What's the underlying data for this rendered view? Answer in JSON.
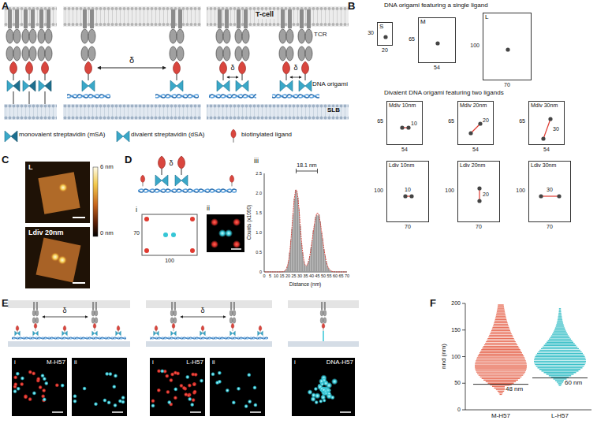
{
  "diagram": {
    "nodes": [
      {
        "text": [
          "S"
        ]
      },
      {
        "text": [
          "M"
        ]
      },
      {
        "text": [
          "L"
        ]
      },
      {
        "text": [
          "Mdiv 10nm",
          "10"
        ]
      },
      {
        "text": [
          "Mdiv 20nm",
          "20"
        ]
      },
      {
        "text": [
          "Mdiv 30nm",
          "30"
        ]
      },
      {
        "text": [
          "Ldiv 10nm",
          "10"
        ]
      },
      {
        "text": [
          "Ldiv 20nm",
          "20"
        ]
      },
      {
        "text": [
          "Ldiv 30nm",
          "30"
        ]
      }
    ],
    "labels": [
      "A",
      "T-cell",
      "TCR",
      "δ",
      "δ",
      "δ",
      "DNA origami",
      "SLB",
      "B",
      "DNA origami featuring a single ligand",
      "30",
      "20",
      "65",
      "54",
      "100",
      "70",
      "Divalent DNA origami featuring two ligands",
      "65",
      "54",
      "65",
      "54",
      "65",
      "54",
      "100",
      "70",
      "100",
      "70",
      "100",
      "70",
      "C",
      "L",
      "Ldiv 20nm",
      "6 nm",
      "0 nm",
      "D",
      "δ",
      "i",
      "70",
      "100",
      "ii",
      "iii",
      "18.1 nm",
      "Counts (x1000)",
      "Distance (nm)",
      "0",
      "5",
      "10",
      "15",
      "20",
      "25",
      "30",
      "35",
      "40",
      "45",
      "50",
      "55",
      "60",
      "65",
      "70",
      "0",
      "0.5",
      "1.0",
      "1.5",
      "2.0",
      "2.5",
      "E",
      "δ",
      "δ",
      "i",
      "M-H57",
      "ii",
      "i",
      "L-H57",
      "ii",
      "i",
      "DNA-H57",
      "F",
      "nnd (nm)",
      "200",
      "150",
      "100",
      "50",
      "0",
      "M-H57",
      "L-H57",
      "48 nm",
      "60 nm"
    ],
    "legend": [
      {
        "text": "monovalent streptavidin (mSA)"
      },
      {
        "text": "divalent streptavidin (dSA)"
      },
      {
        "text": "biotinylated ligand"
      }
    ]
  }
}
